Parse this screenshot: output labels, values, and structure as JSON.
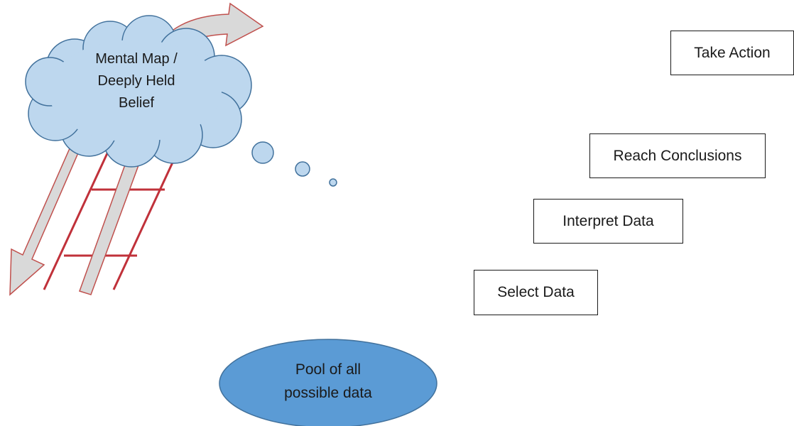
{
  "cloud": {
    "line1": "Mental Map /",
    "line2": "Deeply Held",
    "line3": "Belief"
  },
  "steps": {
    "take_action": "Take Action",
    "reach_conclusions": "Reach Conclusions",
    "interpret_data": "Interpret Data",
    "select_data": "Select Data"
  },
  "pool": {
    "line1": "Pool of all",
    "line2": "possible data"
  },
  "colors": {
    "ladder": "#c0313a",
    "arrow_fill": "#d9d9d9",
    "arrow_stroke": "#c0504d",
    "cloud_fill": "#bdd7ee",
    "cloud_stroke": "#41719c",
    "pool_fill": "#5b9bd5",
    "pool_stroke": "#41719c"
  }
}
